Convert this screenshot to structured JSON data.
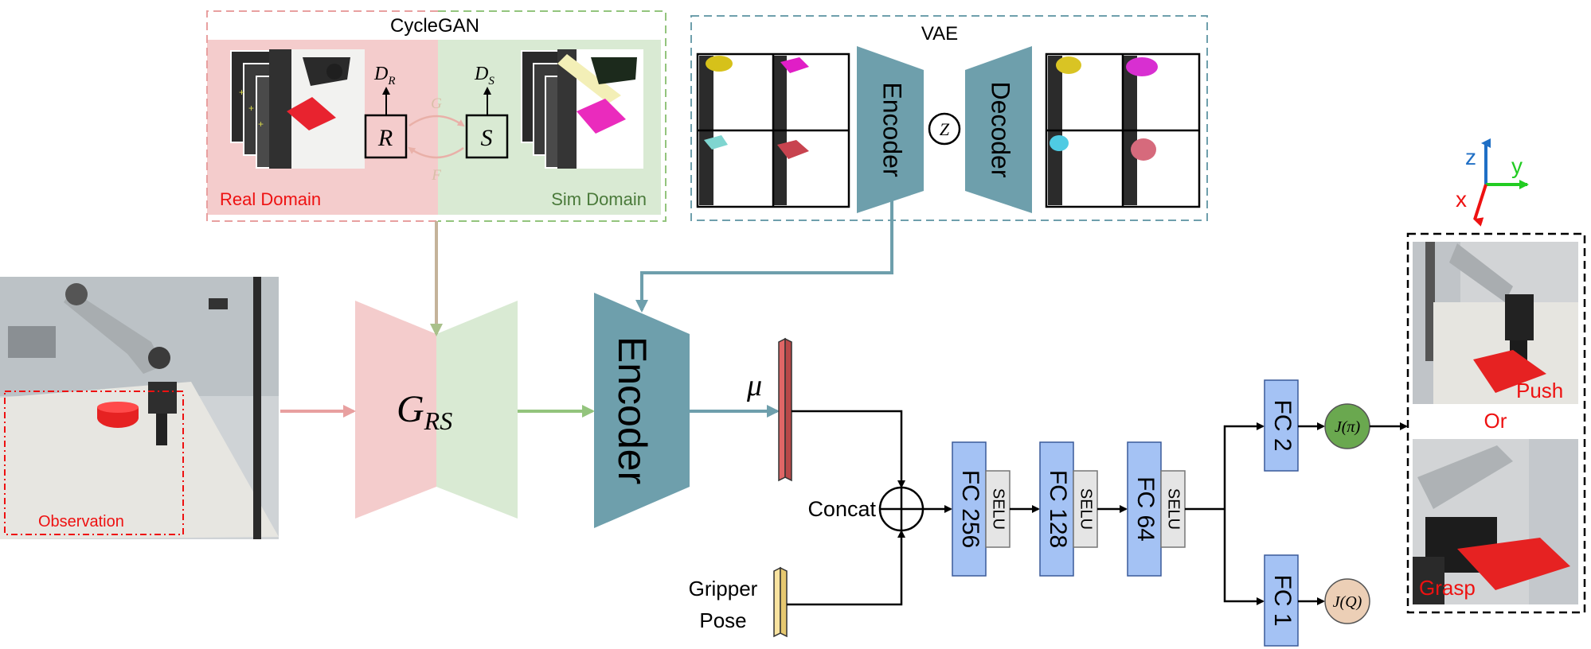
{
  "cyclegan": {
    "title": "CycleGAN",
    "real_label": "Real Domain",
    "sim_label": "Sim Domain",
    "box_r": "R",
    "box_s": "S",
    "d_r": "D",
    "d_r_sub": "R",
    "d_s": "D",
    "d_s_sub": "S",
    "g": "G",
    "f": "F"
  },
  "vae": {
    "title": "VAE",
    "encoder": "Encoder",
    "decoder": "Decoder",
    "z": "Z"
  },
  "observation_label": "Observation",
  "generator": {
    "main": "G",
    "sub": "RS"
  },
  "encoder_main": "Encoder",
  "mu": "μ",
  "concat": "Concat",
  "gripper": {
    "line1": "Gripper",
    "line2": "Pose"
  },
  "fc_layers": [
    {
      "label": "FC 256",
      "act": "SELU"
    },
    {
      "label": "FC 128",
      "act": "SELU"
    },
    {
      "label": "FC 64",
      "act": "SELU"
    }
  ],
  "heads": {
    "fc2": "FC 2",
    "fc1": "FC 1",
    "j_pi": "J(π)",
    "j_q": "J(Q)"
  },
  "axes": {
    "z": "z",
    "y": "y",
    "x": "x"
  },
  "actions": {
    "push": "Push",
    "or": "Or",
    "grasp": "Grasp"
  },
  "colors": {
    "pink": "#f4cccc",
    "green_light": "#d9ead3",
    "teal": "#6e9fac",
    "fc_blue": "#a4c2f4",
    "selu_gray": "#e5e5e5",
    "red_text": "#ee1111",
    "mu_red": "#e06666",
    "gripper_yellow": "#f9e3a0",
    "j_pi_green": "#6aa84f",
    "j_q_tan": "#eccfb6"
  }
}
